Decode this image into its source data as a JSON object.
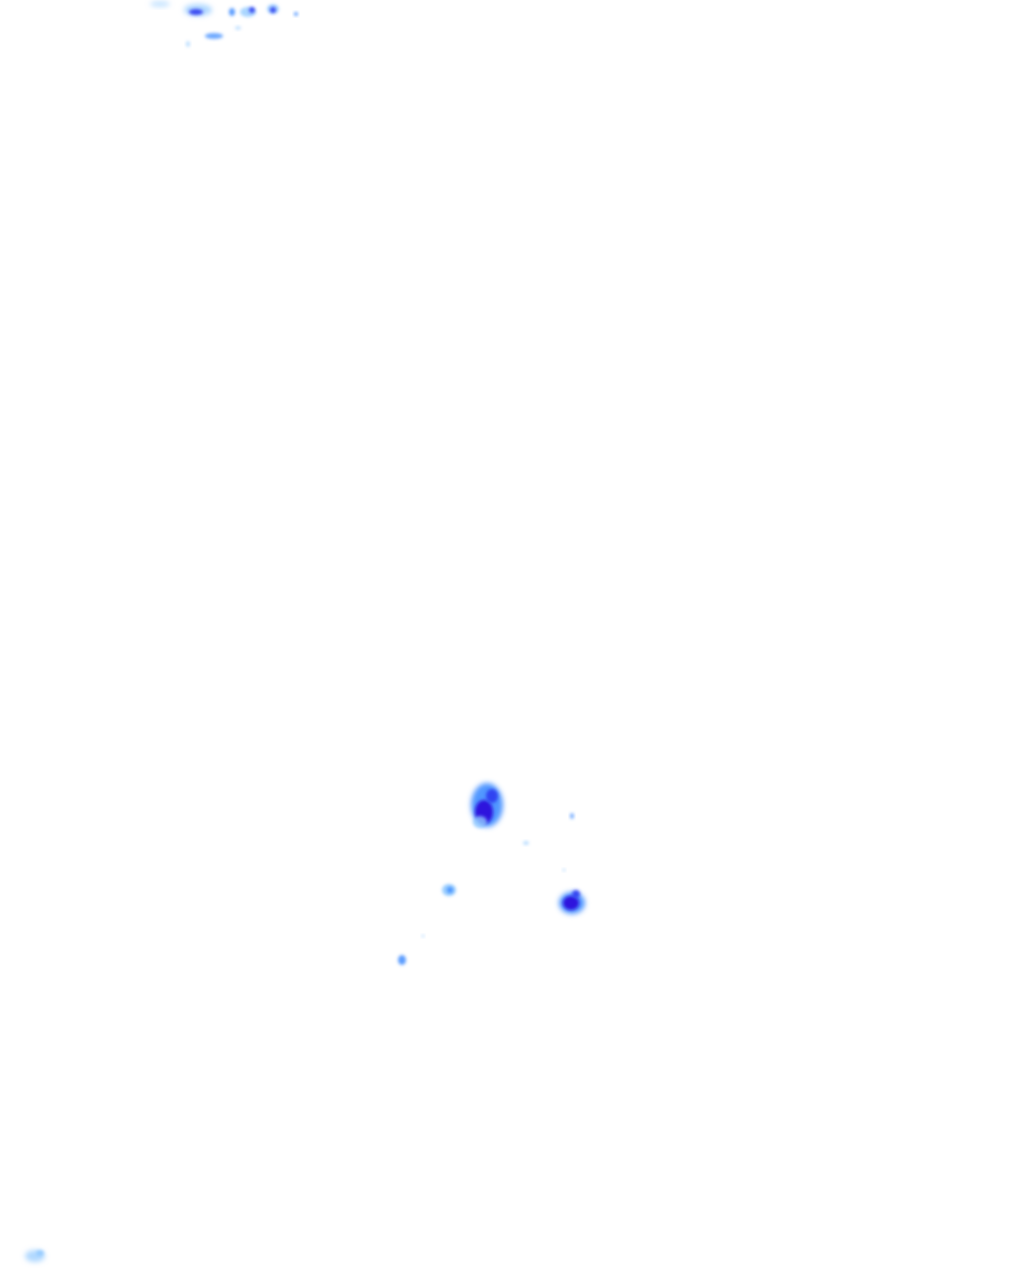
{
  "map": {
    "layer": "precipitation-radar-overlay",
    "background_color": "#ffffff",
    "echo_colors": {
      "light": "#8ec8ff",
      "moderate": "#3f8cff",
      "heavy": "#2f3cf0",
      "intense": "#2a0ddb"
    },
    "echo_cells": [
      {
        "id": "cell-north-cluster",
        "intensity": "moderate"
      },
      {
        "id": "cell-center-north",
        "intensity": "intense"
      },
      {
        "id": "cell-center-east",
        "intensity": "intense"
      },
      {
        "id": "cell-center-west",
        "intensity": "light"
      },
      {
        "id": "cell-southwest-small",
        "intensity": "moderate"
      },
      {
        "id": "cell-corner-faint",
        "intensity": "light"
      }
    ]
  }
}
